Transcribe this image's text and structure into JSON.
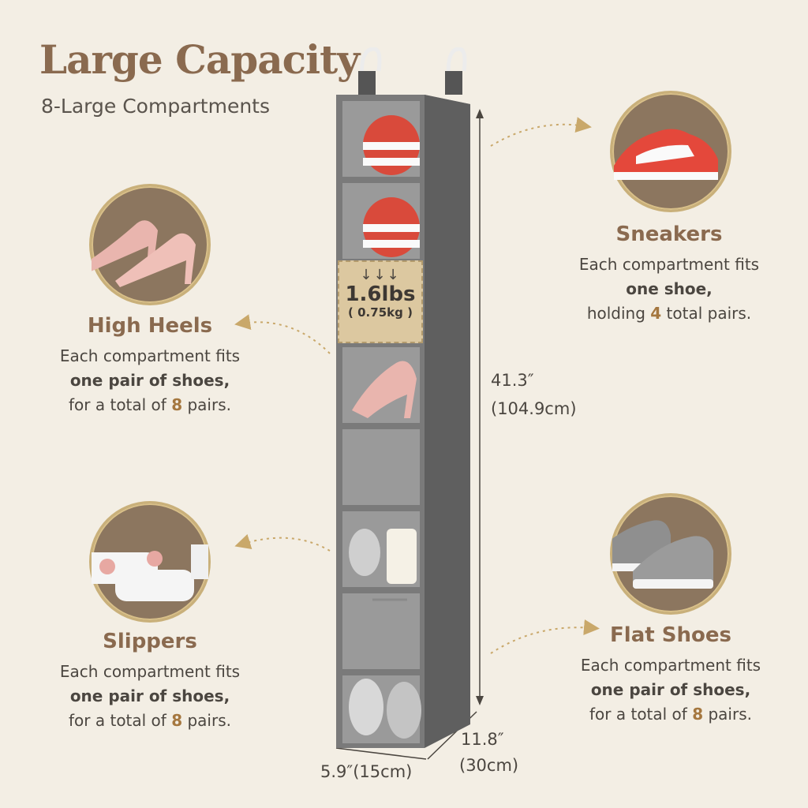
{
  "header": {
    "title": "Large Capacity",
    "subtitle": "8-Large Compartments"
  },
  "weight": {
    "arrows": "↓↓↓",
    "value": "1.6lbs",
    "metric": "( 0.75kg )"
  },
  "dimensions": {
    "height_in": "41.3″",
    "height_cm": "(104.9cm)",
    "width": "5.9″(15cm)",
    "depth_in": "11.8″",
    "depth_cm": "(30cm)"
  },
  "sneakers": {
    "title": "Sneakers",
    "line1": "Each compartment fits",
    "line2": "one shoe,",
    "line3_pre": "holding ",
    "line3_num": "4",
    "line3_post": " total pairs."
  },
  "high_heels": {
    "title": "High Heels",
    "line1": "Each compartment fits",
    "line2": "one pair of shoes,",
    "line3_pre": "for a total of ",
    "line3_num": "8",
    "line3_post": " pairs."
  },
  "slippers": {
    "title": "Slippers",
    "line1": "Each compartment fits",
    "line2": "one pair of shoes,",
    "line3_pre": "for a total of ",
    "line3_num": "8",
    "line3_post": " pairs."
  },
  "flat_shoes": {
    "title": "Flat Shoes",
    "line1": "Each compartment fits",
    "line2": "one pair of shoes,",
    "line3_pre": "for a total of ",
    "line3_num": "8",
    "line3_post": " pairs."
  },
  "colors": {
    "background": "#f3eee4",
    "accent_brown": "#8a6a4f",
    "organizer_gray": "#6e6e6e",
    "gold_ring": "#c9b07a"
  }
}
